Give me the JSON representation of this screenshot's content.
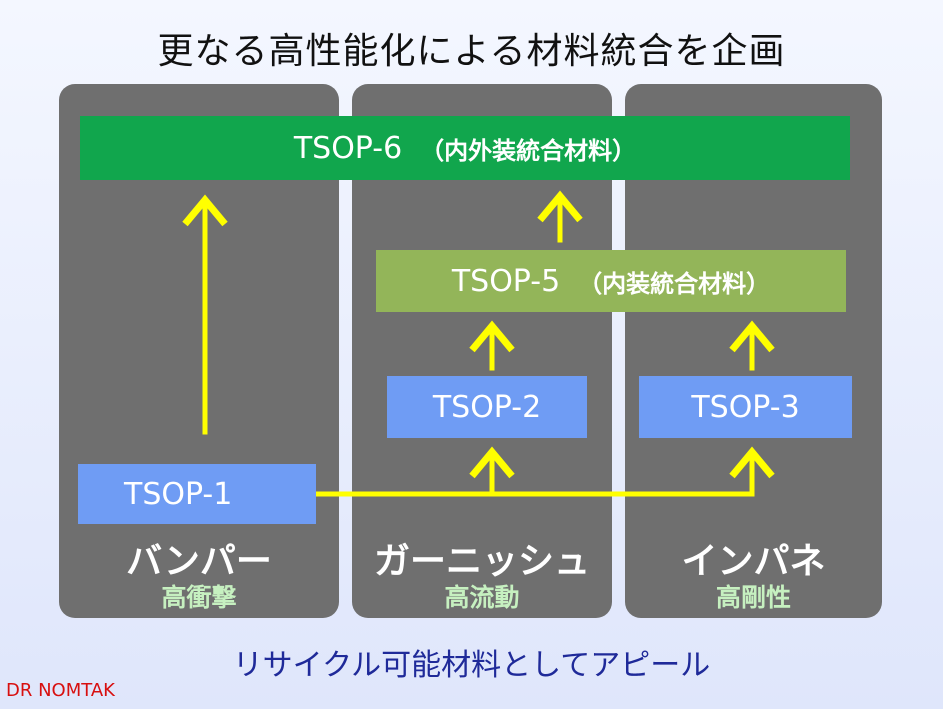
{
  "title": "更なる高性能化による材料統合を企画",
  "columns": [
    {
      "name": "バンパー",
      "sub": "高衝撃"
    },
    {
      "name": "ガーニッシュ",
      "sub": "高流動"
    },
    {
      "name": "インパネ",
      "sub": "高剛性"
    }
  ],
  "boxes": {
    "tsop6": {
      "label": "TSOP-6",
      "sub": "（内外装統合材料）"
    },
    "tsop5": {
      "label": "TSOP-5",
      "sub": "（内装統合材料）"
    },
    "tsop1": {
      "label": "TSOP-1"
    },
    "tsop2": {
      "label": "TSOP-2"
    },
    "tsop3": {
      "label": "TSOP-3"
    }
  },
  "arrow_color": "#ffff00",
  "footer": "リサイクル可能材料としてアピール",
  "credit": "DR NOMTAK"
}
